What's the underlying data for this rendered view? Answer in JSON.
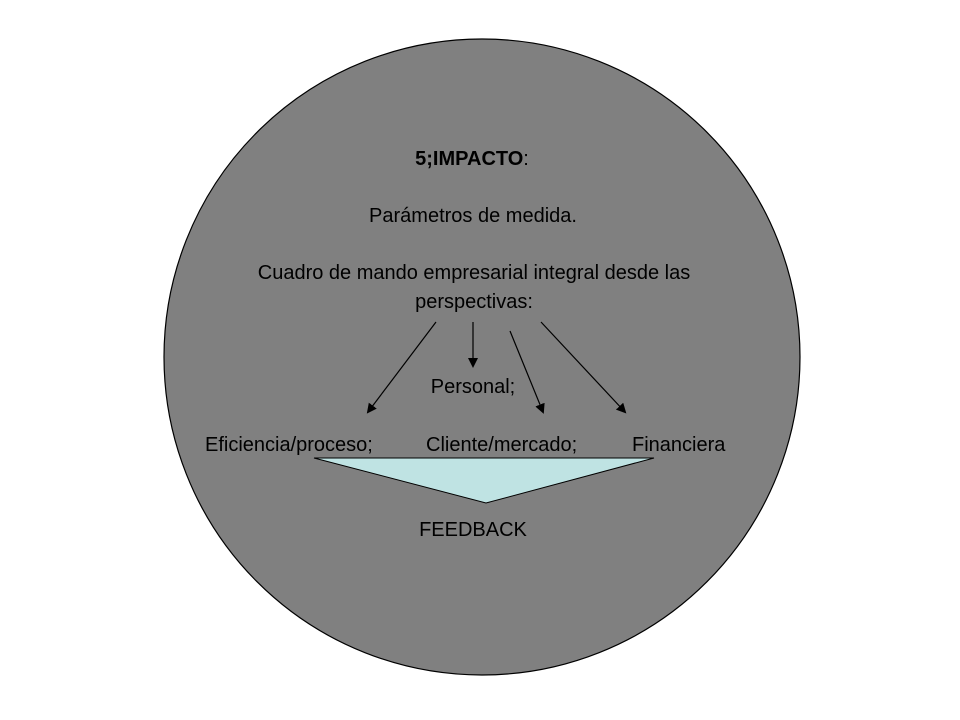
{
  "colors": {
    "circle_fill": "#808080",
    "circle_stroke": "#000000",
    "feedback_fill": "#bfe3e3",
    "text": "#000000"
  },
  "title": {
    "bold": "5;IMPACTO",
    "suffix": ":"
  },
  "parametros": "Parámetros de medida.",
  "cuadro_line1": "Cuadro de mando empresarial integral desde las",
  "cuadro_line2": "perspectivas:",
  "perspectives": {
    "personal": "Personal;",
    "eficiencia": "Eficiencia/proceso;",
    "cliente": "Cliente/mercado;",
    "financiera": "Financiera"
  },
  "feedback": "FEEDBACK"
}
